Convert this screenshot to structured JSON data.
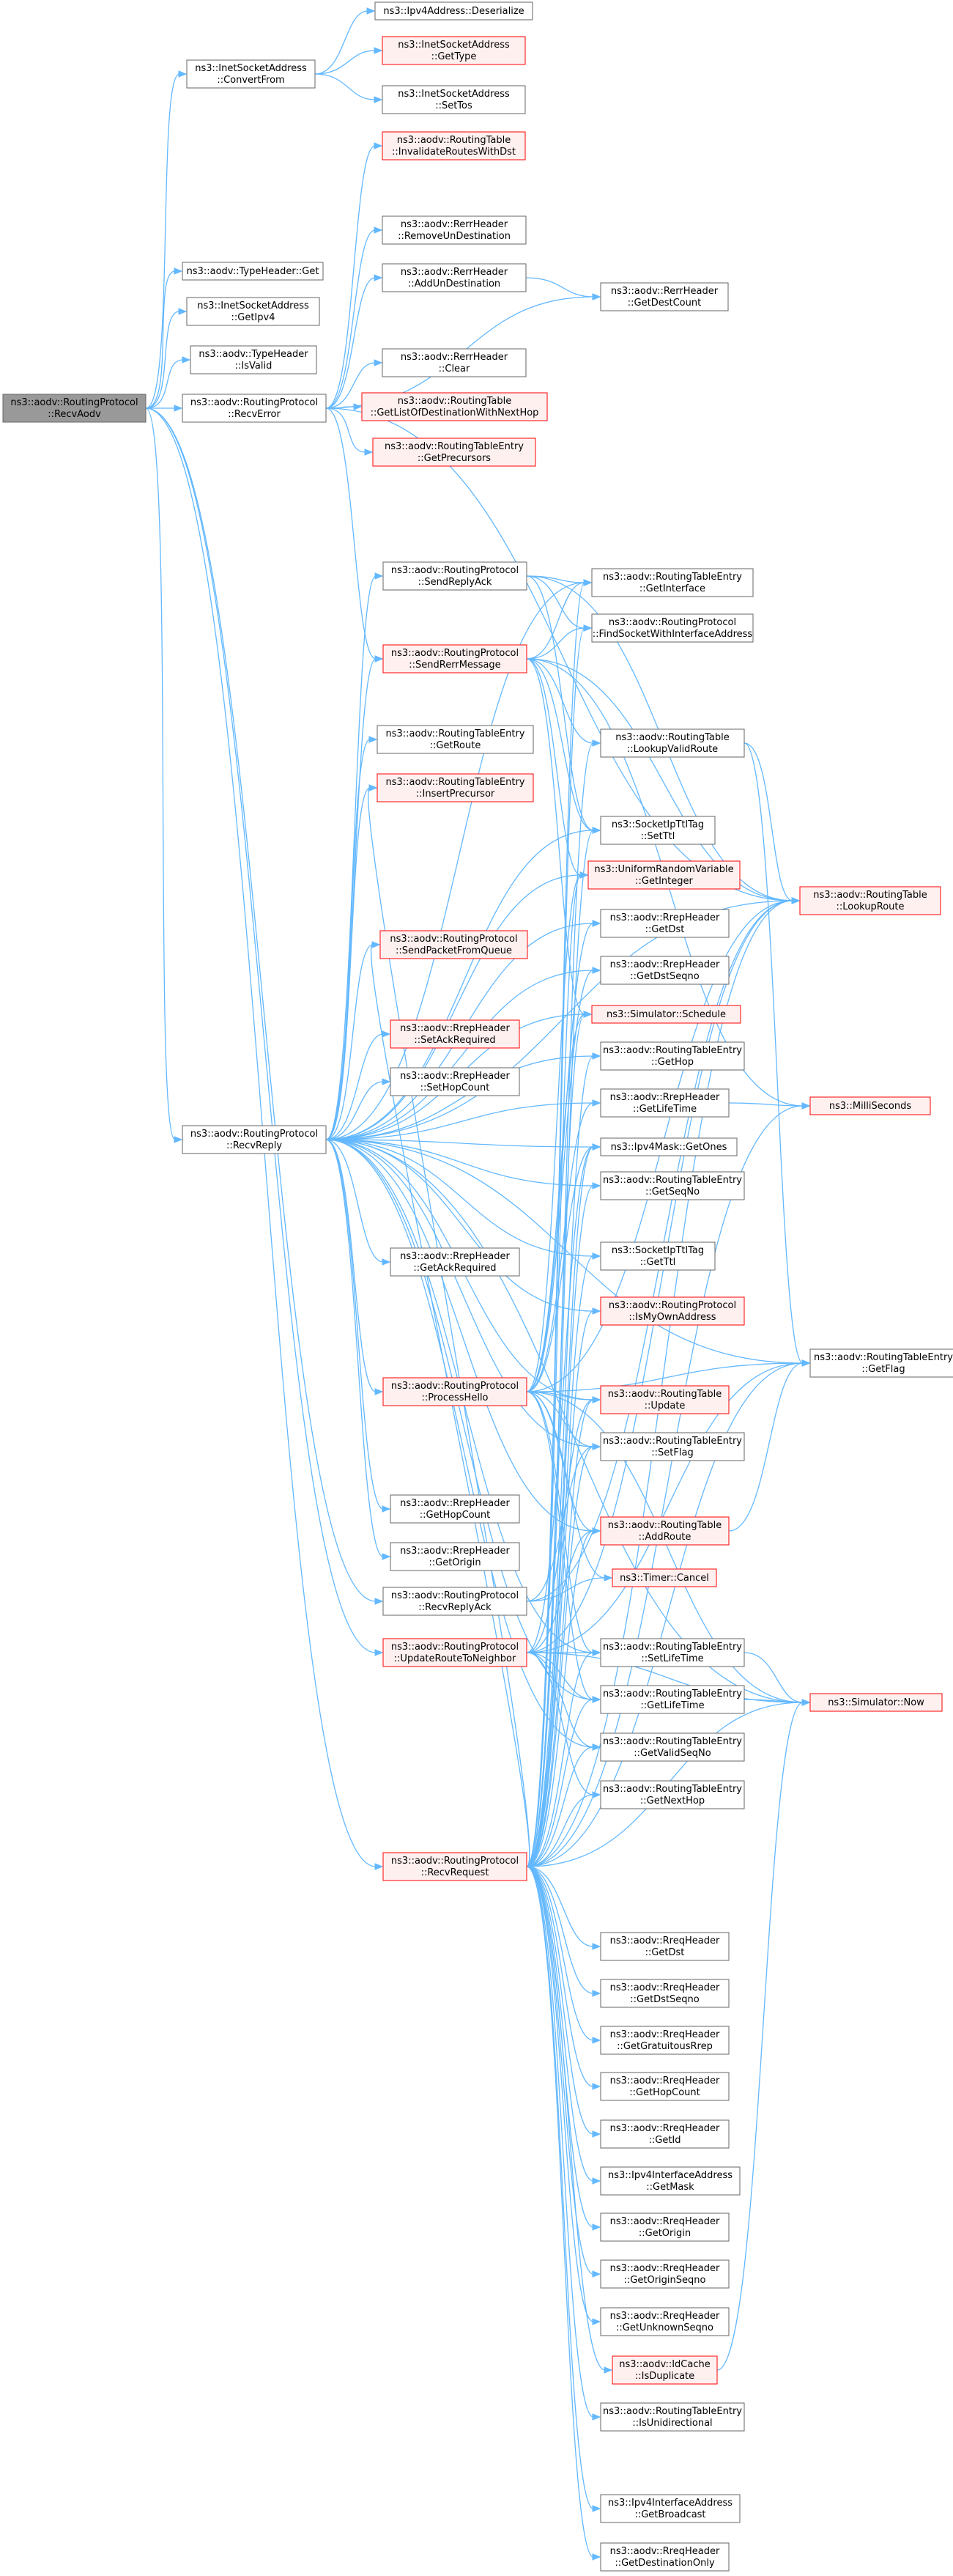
{
  "colors": {
    "edge": "#63b8ff",
    "root_fill": "#999999",
    "root_stroke": "#666666",
    "plain_fill": "#ffffff",
    "plain_stroke": "#666666",
    "truncated_fill": "#fff0f0",
    "truncated_stroke": "#ff0000"
  },
  "nodes": [
    {
      "id": "root",
      "lines": [
        "ns3::aodv::RoutingProtocol",
        "::RecvAodv"
      ],
      "style": "root"
    },
    {
      "id": "convertfrom",
      "lines": [
        "ns3::InetSocketAddress",
        "::ConvertFrom"
      ],
      "style": "plain"
    },
    {
      "id": "ipv4deser",
      "lines": [
        "ns3::Ipv4Address::Deserialize"
      ],
      "style": "plain"
    },
    {
      "id": "inetgettype",
      "lines": [
        "ns3::InetSocketAddress",
        "::GetType"
      ],
      "style": "truncated"
    },
    {
      "id": "inetsettos",
      "lines": [
        "ns3::InetSocketAddress",
        "::SetTos"
      ],
      "style": "plain"
    },
    {
      "id": "typeheaderget",
      "lines": [
        "ns3::aodv::TypeHeader::Get"
      ],
      "style": "plain"
    },
    {
      "id": "inetgetipv4",
      "lines": [
        "ns3::InetSocketAddress",
        "::GetIpv4"
      ],
      "style": "plain"
    },
    {
      "id": "typeheaderisvalid",
      "lines": [
        "ns3::aodv::TypeHeader",
        "::IsValid"
      ],
      "style": "plain"
    },
    {
      "id": "recverror",
      "lines": [
        "ns3::aodv::RoutingProtocol",
        "::RecvError"
      ],
      "style": "plain"
    },
    {
      "id": "rtinvalidate",
      "lines": [
        "ns3::aodv::RoutingTable",
        "::InvalidateRoutesWithDst"
      ],
      "style": "truncated"
    },
    {
      "id": "rerrremove",
      "lines": [
        "ns3::aodv::RerrHeader",
        "::RemoveUnDestination"
      ],
      "style": "plain"
    },
    {
      "id": "rerradd",
      "lines": [
        "ns3::aodv::RerrHeader",
        "::AddUnDestination"
      ],
      "style": "plain"
    },
    {
      "id": "rerrgetdestcount",
      "lines": [
        "ns3::aodv::RerrHeader",
        "::GetDestCount"
      ],
      "style": "plain"
    },
    {
      "id": "rerrclear",
      "lines": [
        "ns3::aodv::RerrHeader",
        "::Clear"
      ],
      "style": "plain"
    },
    {
      "id": "rtgetlist",
      "lines": [
        "ns3::aodv::RoutingTable",
        "::GetListOfDestinationWithNextHop"
      ],
      "style": "truncated"
    },
    {
      "id": "rtegetprecursors",
      "lines": [
        "ns3::aodv::RoutingTableEntry",
        "::GetPrecursors"
      ],
      "style": "truncated"
    },
    {
      "id": "sendreplyack",
      "lines": [
        "ns3::aodv::RoutingProtocol",
        "::SendReplyAck"
      ],
      "style": "plain"
    },
    {
      "id": "rtegetinterface",
      "lines": [
        "ns3::aodv::RoutingTableEntry",
        "::GetInterface"
      ],
      "style": "plain"
    },
    {
      "id": "findsocket",
      "lines": [
        "ns3::aodv::RoutingProtocol",
        "::FindSocketWithInterfaceAddress"
      ],
      "style": "plain"
    },
    {
      "id": "sendrerrmessage",
      "lines": [
        "ns3::aodv::RoutingProtocol",
        "::SendRerrMessage"
      ],
      "style": "truncated"
    },
    {
      "id": "rtlookupvalid",
      "lines": [
        "ns3::aodv::RoutingTable",
        "::LookupValidRoute"
      ],
      "style": "plain"
    },
    {
      "id": "rtlookuproute",
      "lines": [
        "ns3::aodv::RoutingTable",
        "::LookupRoute"
      ],
      "style": "truncated"
    },
    {
      "id": "rtegetroute",
      "lines": [
        "ns3::aodv::RoutingTableEntry",
        "::GetRoute"
      ],
      "style": "plain"
    },
    {
      "id": "rteinsertprec",
      "lines": [
        "ns3::aodv::RoutingTableEntry",
        "::InsertPrecursor"
      ],
      "style": "truncated"
    },
    {
      "id": "socketipttlset",
      "lines": [
        "ns3::SocketIpTtlTag",
        "::SetTtl"
      ],
      "style": "plain"
    },
    {
      "id": "uniformgetint",
      "lines": [
        "ns3::UniformRandomVariable",
        "::GetInteger"
      ],
      "style": "truncated"
    },
    {
      "id": "sendpacketfromqueue",
      "lines": [
        "ns3::aodv::RoutingProtocol",
        "::SendPacketFromQueue"
      ],
      "style": "truncated"
    },
    {
      "id": "rrepgetdst",
      "lines": [
        "ns3::aodv::RrepHeader",
        "::GetDst"
      ],
      "style": "plain"
    },
    {
      "id": "rrepgetdstseqno",
      "lines": [
        "ns3::aodv::RrepHeader",
        "::GetDstSeqno"
      ],
      "style": "plain"
    },
    {
      "id": "rrepsetackreq",
      "lines": [
        "ns3::aodv::RrepHeader",
        "::SetAckRequired"
      ],
      "style": "truncated"
    },
    {
      "id": "simschedule",
      "lines": [
        "ns3::Simulator::Schedule"
      ],
      "style": "truncated"
    },
    {
      "id": "rrepsethopcount",
      "lines": [
        "ns3::aodv::RrepHeader",
        "::SetHopCount"
      ],
      "style": "plain"
    },
    {
      "id": "rtegethop",
      "lines": [
        "ns3::aodv::RoutingTableEntry",
        "::GetHop"
      ],
      "style": "plain"
    },
    {
      "id": "recvreply",
      "lines": [
        "ns3::aodv::RoutingProtocol",
        "::RecvReply"
      ],
      "style": "plain"
    },
    {
      "id": "rrepgetlifetime",
      "lines": [
        "ns3::aodv::RrepHeader",
        "::GetLifeTime"
      ],
      "style": "plain"
    },
    {
      "id": "milliseconds",
      "lines": [
        "ns3::MilliSeconds"
      ],
      "style": "truncated"
    },
    {
      "id": "ipv4maskgetones",
      "lines": [
        "ns3::Ipv4Mask::GetOnes"
      ],
      "style": "plain"
    },
    {
      "id": "rtegetseqno",
      "lines": [
        "ns3::aodv::RoutingTableEntry",
        "::GetSeqNo"
      ],
      "style": "plain"
    },
    {
      "id": "socketipttlget",
      "lines": [
        "ns3::SocketIpTtlTag",
        "::GetTtl"
      ],
      "style": "plain"
    },
    {
      "id": "rrepgetackreq",
      "lines": [
        "ns3::aodv::RrepHeader",
        "::GetAckRequired"
      ],
      "style": "plain"
    },
    {
      "id": "ismyownaddress",
      "lines": [
        "ns3::aodv::RoutingProtocol",
        "::IsMyOwnAddress"
      ],
      "style": "truncated"
    },
    {
      "id": "rtegetflag",
      "lines": [
        "ns3::aodv::RoutingTableEntry",
        "::GetFlag"
      ],
      "style": "plain"
    },
    {
      "id": "processhello",
      "lines": [
        "ns3::aodv::RoutingProtocol",
        "::ProcessHello"
      ],
      "style": "truncated"
    },
    {
      "id": "rtupdate",
      "lines": [
        "ns3::aodv::RoutingTable",
        "::Update"
      ],
      "style": "truncated"
    },
    {
      "id": "rtesetflag",
      "lines": [
        "ns3::aodv::RoutingTableEntry",
        "::SetFlag"
      ],
      "style": "plain"
    },
    {
      "id": "rrepgethopcount",
      "lines": [
        "ns3::aodv::RrepHeader",
        "::GetHopCount"
      ],
      "style": "plain"
    },
    {
      "id": "rtaddroute",
      "lines": [
        "ns3::aodv::RoutingTable",
        "::AddRoute"
      ],
      "style": "truncated"
    },
    {
      "id": "rrepgetorigin",
      "lines": [
        "ns3::aodv::RrepHeader",
        "::GetOrigin"
      ],
      "style": "plain"
    },
    {
      "id": "timercancel",
      "lines": [
        "ns3::Timer::Cancel"
      ],
      "style": "truncated"
    },
    {
      "id": "recvreplyack",
      "lines": [
        "ns3::aodv::RoutingProtocol",
        "::RecvReplyAck"
      ],
      "style": "plain"
    },
    {
      "id": "updateroute",
      "lines": [
        "ns3::aodv::RoutingProtocol",
        "::UpdateRouteToNeighbor"
      ],
      "style": "truncated"
    },
    {
      "id": "rtesetlifetime",
      "lines": [
        "ns3::aodv::RoutingTableEntry",
        "::SetLifeTime"
      ],
      "style": "plain"
    },
    {
      "id": "rtegetlifetime",
      "lines": [
        "ns3::aodv::RoutingTableEntry",
        "::GetLifeTime"
      ],
      "style": "plain"
    },
    {
      "id": "simnow",
      "lines": [
        "ns3::Simulator::Now"
      ],
      "style": "truncated"
    },
    {
      "id": "rtegetvalidseqno",
      "lines": [
        "ns3::aodv::RoutingTableEntry",
        "::GetValidSeqNo"
      ],
      "style": "plain"
    },
    {
      "id": "rtegetnexthop",
      "lines": [
        "ns3::aodv::RoutingTableEntry",
        "::GetNextHop"
      ],
      "style": "plain"
    },
    {
      "id": "recvrequest",
      "lines": [
        "ns3::aodv::RoutingProtocol",
        "::RecvRequest"
      ],
      "style": "truncated"
    },
    {
      "id": "rreqgetdst",
      "lines": [
        "ns3::aodv::RreqHeader",
        "::GetDst"
      ],
      "style": "plain"
    },
    {
      "id": "rreqgetdstseqno",
      "lines": [
        "ns3::aodv::RreqHeader",
        "::GetDstSeqno"
      ],
      "style": "plain"
    },
    {
      "id": "rreqgetgratuitous",
      "lines": [
        "ns3::aodv::RreqHeader",
        "::GetGratuitousRrep"
      ],
      "style": "plain"
    },
    {
      "id": "rreqgethopcount",
      "lines": [
        "ns3::aodv::RreqHeader",
        "::GetHopCount"
      ],
      "style": "plain"
    },
    {
      "id": "rreqgetid",
      "lines": [
        "ns3::aodv::RreqHeader",
        "::GetId"
      ],
      "style": "plain"
    },
    {
      "id": "ipv4ifgetmask",
      "lines": [
        "ns3::Ipv4InterfaceAddress",
        "::GetMask"
      ],
      "style": "plain"
    },
    {
      "id": "rreqgetorigin",
      "lines": [
        "ns3::aodv::RreqHeader",
        "::GetOrigin"
      ],
      "style": "plain"
    },
    {
      "id": "rreqgetoriginseqno",
      "lines": [
        "ns3::aodv::RreqHeader",
        "::GetOriginSeqno"
      ],
      "style": "plain"
    },
    {
      "id": "rreqgetunknown",
      "lines": [
        "ns3::aodv::RreqHeader",
        "::GetUnknownSeqno"
      ],
      "style": "plain"
    },
    {
      "id": "idcacheisdup",
      "lines": [
        "ns3::aodv::IdCache",
        "::IsDuplicate"
      ],
      "style": "truncated"
    },
    {
      "id": "rteisunidir",
      "lines": [
        "ns3::aodv::RoutingTableEntry",
        "::IsUnidirectional"
      ],
      "style": "plain"
    },
    {
      "id": "ipv4ifgetbroadcast",
      "lines": [
        "ns3::Ipv4InterfaceAddress",
        "::GetBroadcast"
      ],
      "style": "plain"
    },
    {
      "id": "rreqgetdestonly",
      "lines": [
        "ns3::aodv::RreqHeader",
        "::GetDestinationOnly"
      ],
      "style": "plain"
    }
  ],
  "edges": [
    [
      "root",
      "convertfrom"
    ],
    [
      "root",
      "typeheaderget"
    ],
    [
      "root",
      "inetgetipv4"
    ],
    [
      "root",
      "typeheaderisvalid"
    ],
    [
      "root",
      "recverror"
    ],
    [
      "root",
      "recvreply"
    ],
    [
      "root",
      "recvreplyack"
    ],
    [
      "root",
      "updateroute"
    ],
    [
      "root",
      "recvrequest"
    ],
    [
      "convertfrom",
      "ipv4deser"
    ],
    [
      "convertfrom",
      "inetgettype"
    ],
    [
      "convertfrom",
      "inetsettos"
    ],
    [
      "recverror",
      "rtinvalidate"
    ],
    [
      "recverror",
      "rerrremove"
    ],
    [
      "recverror",
      "rerradd"
    ],
    [
      "recverror",
      "rerrgetdestcount"
    ],
    [
      "recverror",
      "rerrclear"
    ],
    [
      "recverror",
      "rtgetlist"
    ],
    [
      "recverror",
      "rtegetprecursors"
    ],
    [
      "recverror",
      "rtlookuproute"
    ],
    [
      "recverror",
      "sendrerrmessage"
    ],
    [
      "rerradd",
      "rerrgetdestcount"
    ],
    [
      "sendreplyack",
      "rtegetinterface"
    ],
    [
      "sendreplyack",
      "findsocket"
    ],
    [
      "sendreplyack",
      "socketipttlset"
    ],
    [
      "sendreplyack",
      "rtlookuproute"
    ],
    [
      "sendrerrmessage",
      "rtegetinterface"
    ],
    [
      "sendrerrmessage",
      "findsocket"
    ],
    [
      "sendrerrmessage",
      "rtlookupvalid"
    ],
    [
      "sendrerrmessage",
      "rtlookuproute"
    ],
    [
      "sendrerrmessage",
      "socketipttlset"
    ],
    [
      "sendrerrmessage",
      "uniformgetint"
    ],
    [
      "sendrerrmessage",
      "simschedule"
    ],
    [
      "sendrerrmessage",
      "milliseconds"
    ],
    [
      "rtlookupvalid",
      "rtlookuproute"
    ],
    [
      "rtlookupvalid",
      "rtegetflag"
    ],
    [
      "recvreply",
      "sendreplyack"
    ],
    [
      "recvreply",
      "sendrerrmessage"
    ],
    [
      "recvreply",
      "rtegetroute"
    ],
    [
      "recvreply",
      "rteinsertprec"
    ],
    [
      "recvreply",
      "socketipttlset"
    ],
    [
      "recvreply",
      "uniformgetint"
    ],
    [
      "recvreply",
      "sendpacketfromqueue"
    ],
    [
      "recvreply",
      "rrepgetdst"
    ],
    [
      "recvreply",
      "rrepgetdstseqno"
    ],
    [
      "recvreply",
      "rrepsetackreq"
    ],
    [
      "recvreply",
      "simschedule"
    ],
    [
      "recvreply",
      "rrepsethopcount"
    ],
    [
      "recvreply",
      "rtegethop"
    ],
    [
      "recvreply",
      "rrepgetlifetime"
    ],
    [
      "recvreply",
      "ipv4maskgetones"
    ],
    [
      "recvreply",
      "rtegetseqno"
    ],
    [
      "recvreply",
      "socketipttlget"
    ],
    [
      "recvreply",
      "rrepgetackreq"
    ],
    [
      "recvreply",
      "ismyownaddress"
    ],
    [
      "recvreply",
      "processhello"
    ],
    [
      "recvreply",
      "rtupdate"
    ],
    [
      "recvreply",
      "rtesetflag"
    ],
    [
      "recvreply",
      "rrepgethopcount"
    ],
    [
      "recvreply",
      "rtaddroute"
    ],
    [
      "recvreply",
      "rrepgetorigin"
    ],
    [
      "recvreply",
      "rtlookuproute"
    ],
    [
      "recvreply",
      "rtegetinterface"
    ],
    [
      "recvreply",
      "rtegetflag"
    ],
    [
      "recvreply",
      "rtesetlifetime"
    ],
    [
      "recvreply",
      "rtegetlifetime"
    ],
    [
      "recvreply",
      "rtegetvalidseqno"
    ],
    [
      "recvreply",
      "simnow"
    ],
    [
      "rrepgetlifetime",
      "milliseconds"
    ],
    [
      "processhello",
      "rtlookuproute"
    ],
    [
      "processhello",
      "rtupdate"
    ],
    [
      "processhello",
      "rtesetflag"
    ],
    [
      "processhello",
      "rtaddroute"
    ],
    [
      "processhello",
      "rrepgetdst"
    ],
    [
      "processhello",
      "rrepgetdstseqno"
    ],
    [
      "processhello",
      "rrepgetlifetime"
    ],
    [
      "processhello",
      "ipv4maskgetones"
    ],
    [
      "processhello",
      "rtesetlifetime"
    ],
    [
      "processhello",
      "rtegetlifetime"
    ],
    [
      "processhello",
      "rtegetflag"
    ],
    [
      "processhello",
      "simnow"
    ],
    [
      "processhello",
      "timercancel"
    ],
    [
      "processhello",
      "uniformgetint"
    ],
    [
      "processhello",
      "simschedule"
    ],
    [
      "rtaddroute",
      "rtegetflag"
    ],
    [
      "recvreplyack",
      "rtlookuproute"
    ],
    [
      "recvreplyack",
      "rtesetflag"
    ],
    [
      "recvreplyack",
      "timercancel"
    ],
    [
      "updateroute",
      "rtlookuproute"
    ],
    [
      "updateroute",
      "rtupdate"
    ],
    [
      "updateroute",
      "rtaddroute"
    ],
    [
      "updateroute",
      "rtesetlifetime"
    ],
    [
      "updateroute",
      "rtegetlifetime"
    ],
    [
      "updateroute",
      "rtegetvalidseqno"
    ],
    [
      "updateroute",
      "rtegetnexthop"
    ],
    [
      "updateroute",
      "rtegetflag"
    ],
    [
      "updateroute",
      "simnow"
    ],
    [
      "updateroute",
      "ipv4maskgetones"
    ],
    [
      "rtesetlifetime",
      "simnow"
    ],
    [
      "rtegetlifetime",
      "simnow"
    ],
    [
      "recvrequest",
      "rtlookuproute"
    ],
    [
      "recvrequest",
      "rtupdate"
    ],
    [
      "recvrequest",
      "rtaddroute"
    ],
    [
      "recvrequest",
      "rtesetlifetime"
    ],
    [
      "recvrequest",
      "rtegetlifetime"
    ],
    [
      "recvrequest",
      "rtegetvalidseqno"
    ],
    [
      "recvrequest",
      "rtegetnexthop"
    ],
    [
      "recvrequest",
      "rtegetflag"
    ],
    [
      "recvrequest",
      "rtesetflag"
    ],
    [
      "recvrequest",
      "rtegetseqno"
    ],
    [
      "recvrequest",
      "rtegethop"
    ],
    [
      "recvrequest",
      "rtegetinterface"
    ],
    [
      "recvrequest",
      "rteinsertprec"
    ],
    [
      "recvrequest",
      "socketipttlset"
    ],
    [
      "recvrequest",
      "socketipttlget"
    ],
    [
      "recvrequest",
      "uniformgetint"
    ],
    [
      "recvrequest",
      "simschedule"
    ],
    [
      "recvrequest",
      "milliseconds"
    ],
    [
      "recvrequest",
      "ismyownaddress"
    ],
    [
      "recvrequest",
      "ipv4maskgetones"
    ],
    [
      "recvrequest",
      "simnow"
    ],
    [
      "recvrequest",
      "rtlookupvalid"
    ],
    [
      "recvrequest",
      "findsocket"
    ],
    [
      "recvrequest",
      "sendpacketfromqueue"
    ],
    [
      "recvrequest",
      "rreqgetdst"
    ],
    [
      "recvrequest",
      "rreqgetdstseqno"
    ],
    [
      "recvrequest",
      "rreqgetgratuitous"
    ],
    [
      "recvrequest",
      "rreqgethopcount"
    ],
    [
      "recvrequest",
      "rreqgetid"
    ],
    [
      "recvrequest",
      "ipv4ifgetmask"
    ],
    [
      "recvrequest",
      "rreqgetorigin"
    ],
    [
      "recvrequest",
      "rreqgetoriginseqno"
    ],
    [
      "recvrequest",
      "rreqgetunknown"
    ],
    [
      "recvrequest",
      "idcacheisdup"
    ],
    [
      "recvrequest",
      "rteisunidir"
    ],
    [
      "recvrequest",
      "ipv4ifgetbroadcast"
    ],
    [
      "recvrequest",
      "rreqgetdestonly"
    ],
    [
      "idcacheisdup",
      "simnow"
    ]
  ]
}
